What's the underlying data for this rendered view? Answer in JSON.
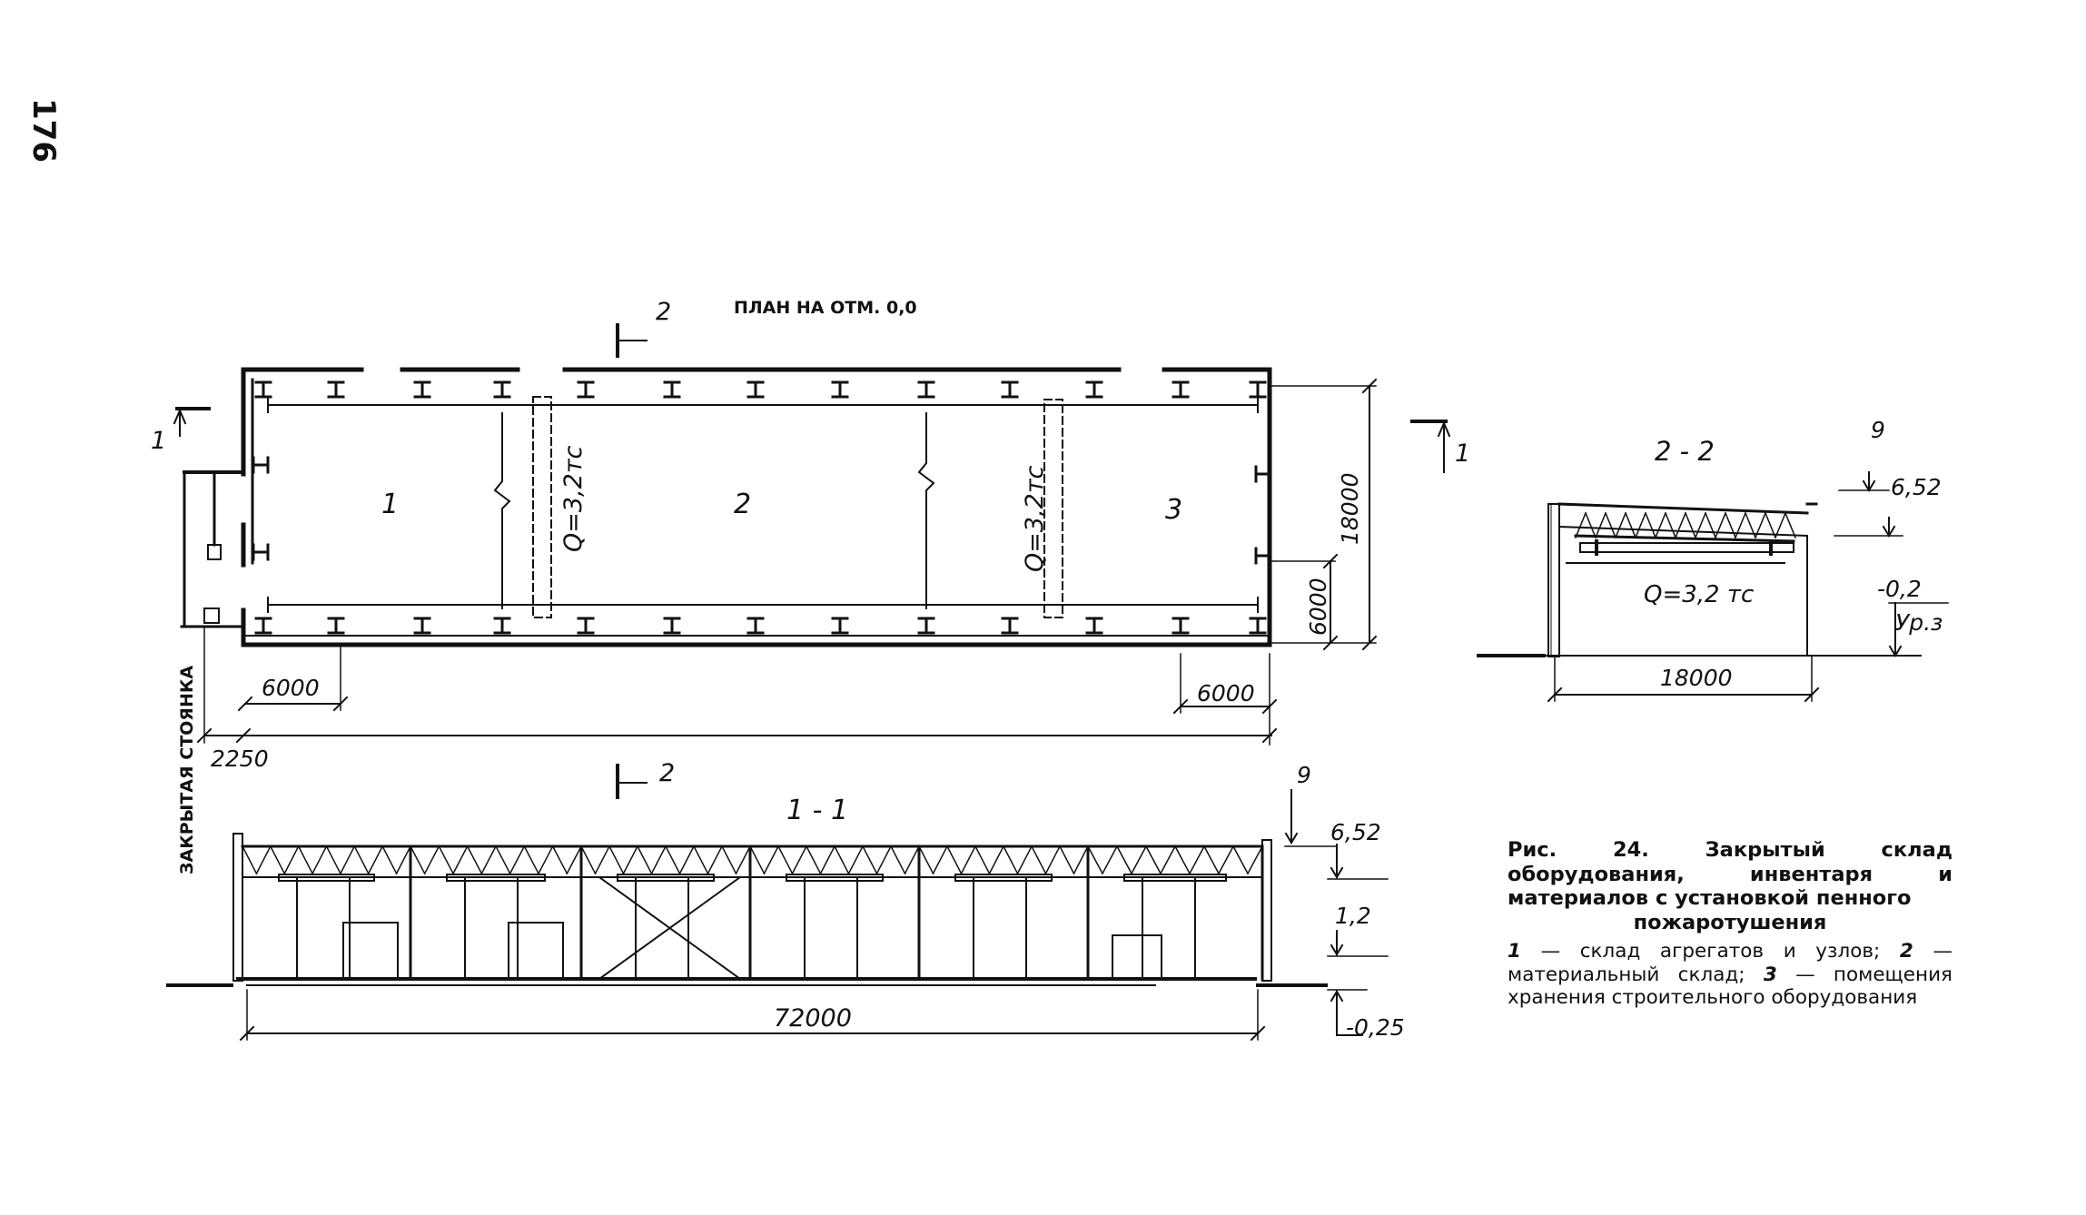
{
  "page_number": "176",
  "plan": {
    "title": "ПЛАН НА ОТМ. 0,0",
    "room_labels": [
      "1",
      "2",
      "3"
    ],
    "crane_labels": [
      "Q=3,2тс",
      "Q=3,2тс"
    ],
    "dim_width": "18000",
    "dim_side_bay": "6000",
    "dim_left_bay": "6000",
    "dim_right_bay": "6000",
    "dim_offset": "2250",
    "side_label": "ЗАКРЫТАЯ СТОЯНКА",
    "cut_1_label": "1",
    "cut_2_label": "2"
  },
  "section_22": {
    "title": "2 - 2",
    "crane_label": "Q=3,2 тс",
    "dim_width": "18000",
    "elev_top": "9",
    "elev_ridge": "6,52",
    "elev_ground": "-0,2",
    "ground_label": "Ур.з"
  },
  "section_11": {
    "title": "1 - 1",
    "dim_length": "72000",
    "elev_top": "9",
    "elev_ridge": "6,52",
    "elev_floor": "1,2",
    "elev_ground": "-0,25"
  },
  "caption": {
    "figure_title": "Рис. 24. Закрытый склад оборудования, инвентаря и материалов с установкой пенного",
    "figure_title_last": "пожаротушения",
    "legend": [
      {
        "num": "1",
        "text": "склад агрегатов и узлов;"
      },
      {
        "num": "2",
        "text": "материальный склад;"
      },
      {
        "num": "3",
        "text": "помещения хранения строительного оборудования"
      }
    ]
  }
}
